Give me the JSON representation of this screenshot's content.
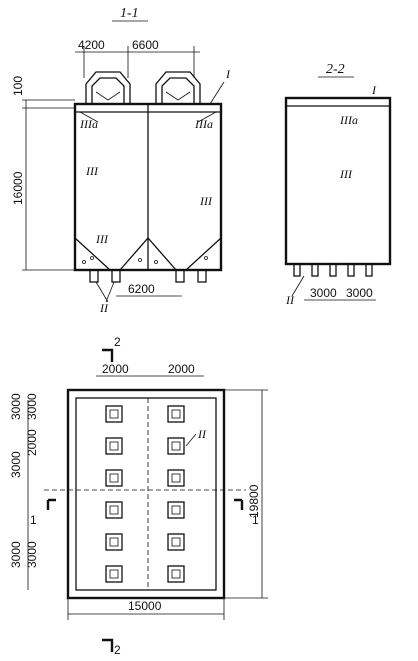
{
  "section_1_1": {
    "title": "1-1",
    "dim_top_left": "4200",
    "dim_top_right": "6600",
    "dim_top_small": "100",
    "dim_height": "16000",
    "dim_bottom": "6200",
    "zone_I": "I",
    "zone_IIIa_left": "IIIa",
    "zone_IIIa_right": "IIIa",
    "zone_III_left": "III",
    "zone_III_right": "III",
    "zone_III_bottom": "III",
    "zone_II": "II"
  },
  "section_2_2": {
    "title": "2-2",
    "zone_I": "I",
    "zone_IIIa": "IIIa",
    "zone_III": "III",
    "zone_II": "II",
    "dim_a": "3000",
    "dim_b": "3000"
  },
  "plan": {
    "cut_2_top": "2",
    "cut_2_bottom": "2",
    "cut_1_left": "1",
    "cut_1_right": "1",
    "dim_top_left": "2000",
    "dim_top_right": "2000",
    "dim_left_1": "3000",
    "dim_left_2": "3000",
    "dim_left_3": "2000",
    "dim_left_4": "3000",
    "dim_left_5": "3000",
    "dim_left_6": "3000",
    "dim_right": "19800",
    "dim_bottom": "15000",
    "zone_II": "II"
  }
}
